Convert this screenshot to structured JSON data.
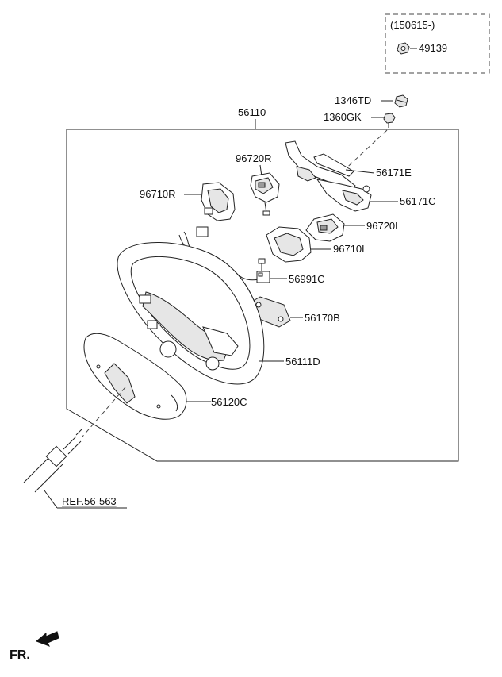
{
  "callouts": {
    "inset_date": "(150615-)",
    "inset_part": "49139",
    "p1346TD": "1346TD",
    "p1360GK": "1360GK",
    "p56110": "56110",
    "p96720R": "96720R",
    "p56171E": "56171E",
    "p96710R": "96710R",
    "p56171C": "56171C",
    "p96720L": "96720L",
    "p96710L": "96710L",
    "p56991C": "56991C",
    "p56170B": "56170B",
    "p56111D": "56111D",
    "p56120C": "56120C",
    "ref": "REF.56-563",
    "front": "FR."
  }
}
